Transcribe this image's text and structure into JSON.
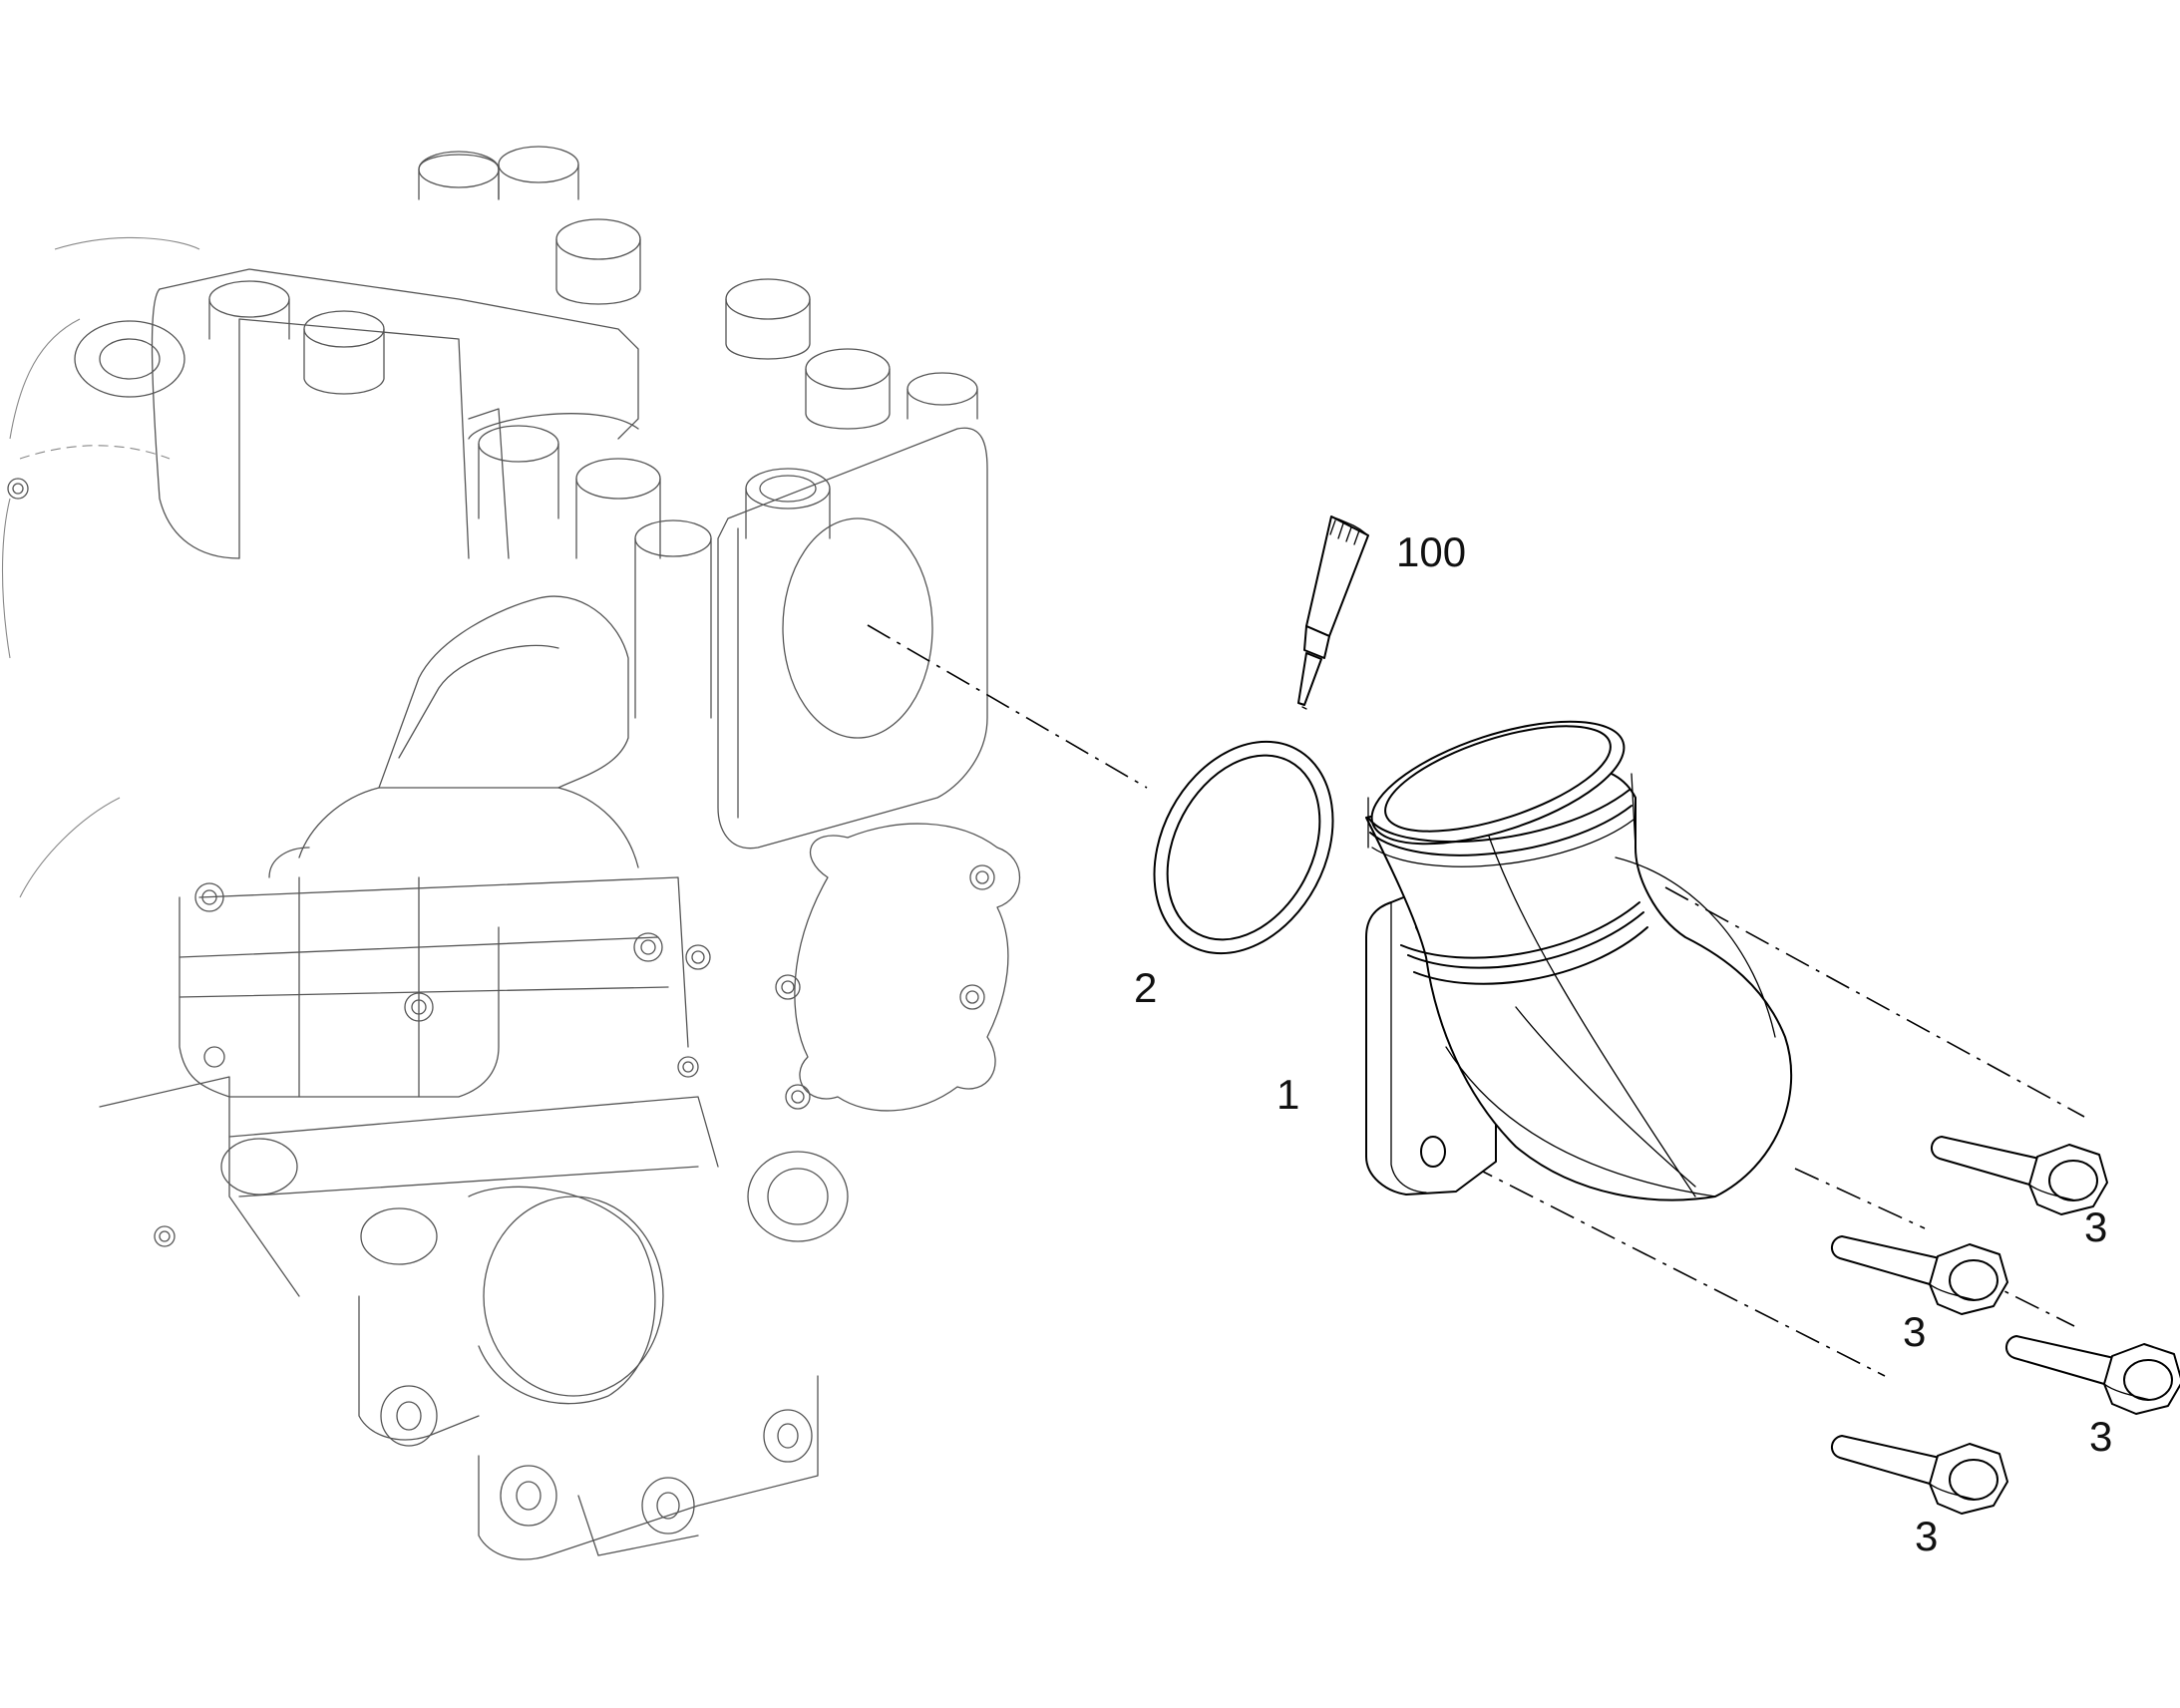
{
  "callouts": {
    "sealant_tube": "100",
    "o_ring": "2",
    "elbow_fitting": "1",
    "bolt_a": "3",
    "bolt_b": "3",
    "bolt_c": "3",
    "bolt_d": "3"
  },
  "colors": {
    "line": "#000000",
    "background": "#ffffff",
    "context_line": "#555555"
  }
}
